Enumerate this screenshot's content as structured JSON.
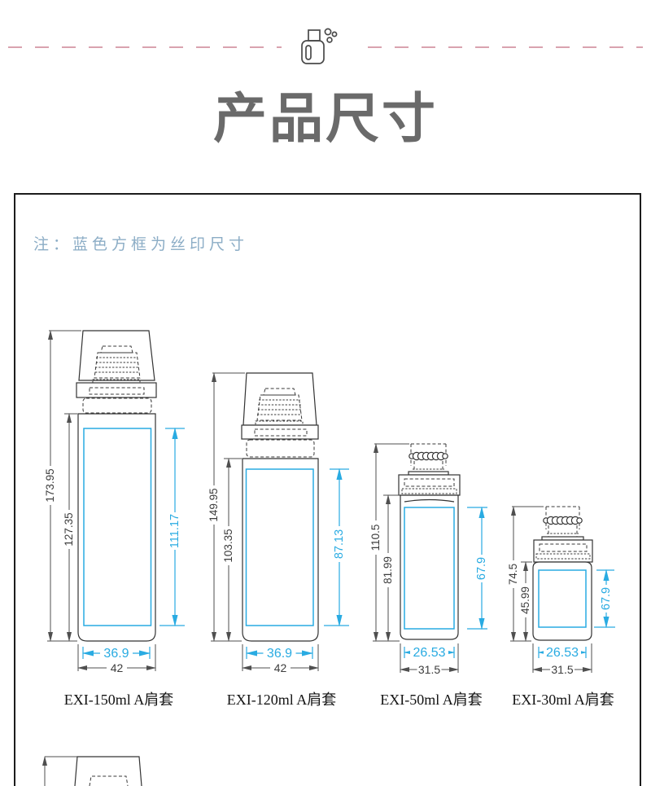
{
  "header": {
    "title": "产品尺寸",
    "icon": "bottle-with-bubbles"
  },
  "note": {
    "text": "注：蓝色方框为丝印尺寸"
  },
  "colors": {
    "print_box_blue": "#29abe2",
    "note_blue": "#8cadc6",
    "dash_pink": "#d9a3af",
    "title_gray": "#6a6a6a"
  },
  "bottles": [
    {
      "caption": "EXI-150ml A肩套",
      "total_height": "173.95",
      "body_height": "127.35",
      "print_height": "111.17",
      "print_width": "36.9",
      "body_width": "42"
    },
    {
      "caption": "EXI-120ml A肩套",
      "total_height": "149.95",
      "body_height": "103.35",
      "print_height": "87.13",
      "print_width": "36.9",
      "body_width": "42"
    },
    {
      "caption": "EXI-50ml A肩套",
      "total_height": "110.5",
      "body_height": "81.99",
      "print_height": "67.9",
      "print_width": "26.53",
      "body_width": "31.5"
    },
    {
      "caption": "EXI-30ml A肩套",
      "total_height": "74.5",
      "body_height": "45.99",
      "print_height": "67.9",
      "print_width": "26.53",
      "body_width": "31.5"
    }
  ]
}
